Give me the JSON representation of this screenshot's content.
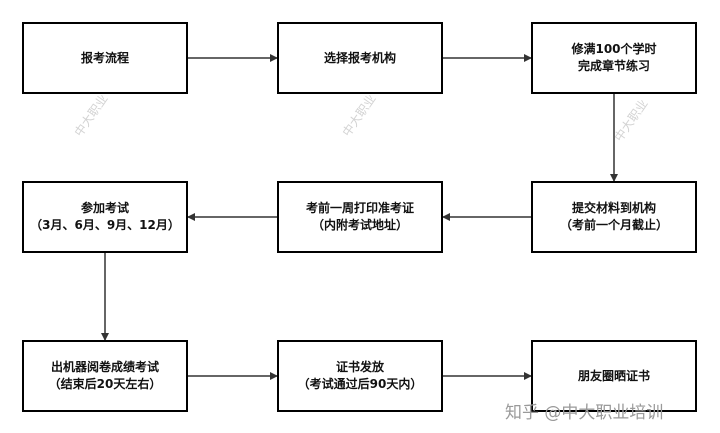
{
  "nodes": {
    "n1": {
      "lines": [
        "报考流程"
      ]
    },
    "n2": {
      "lines": [
        "选择报考机构"
      ]
    },
    "n3": {
      "lines": [
        "修满100个学时",
        "完成章节练习"
      ]
    },
    "n4": {
      "lines": [
        "参加考试",
        "（3月、6月、9月、12月）"
      ]
    },
    "n5": {
      "lines": [
        "考前一周打印准考证",
        "（内附考试地址）"
      ]
    },
    "n6": {
      "lines": [
        "提交材料到机构",
        "（考前一个月截止）"
      ]
    },
    "n7": {
      "lines": [
        "出机器阅卷成绩考试",
        "（结束后20天左右）"
      ]
    },
    "n8": {
      "lines": [
        "证书发放",
        "（考试通过后90天内）"
      ]
    },
    "n9": {
      "lines": [
        "朋友圈晒证书"
      ]
    }
  },
  "edges": [
    {
      "from": "n1",
      "to": "n2"
    },
    {
      "from": "n2",
      "to": "n3"
    },
    {
      "from": "n3",
      "to": "n6"
    },
    {
      "from": "n6",
      "to": "n5"
    },
    {
      "from": "n5",
      "to": "n4"
    },
    {
      "from": "n4",
      "to": "n7"
    },
    {
      "from": "n7",
      "to": "n8"
    },
    {
      "from": "n8",
      "to": "n9"
    }
  ],
  "watermark": {
    "text": "中大职业"
  },
  "brand": {
    "text": "知乎 @中大职业培训"
  },
  "colors": {
    "line": "#333333",
    "border": "#000000",
    "watermark": "#c9c9c9"
  }
}
